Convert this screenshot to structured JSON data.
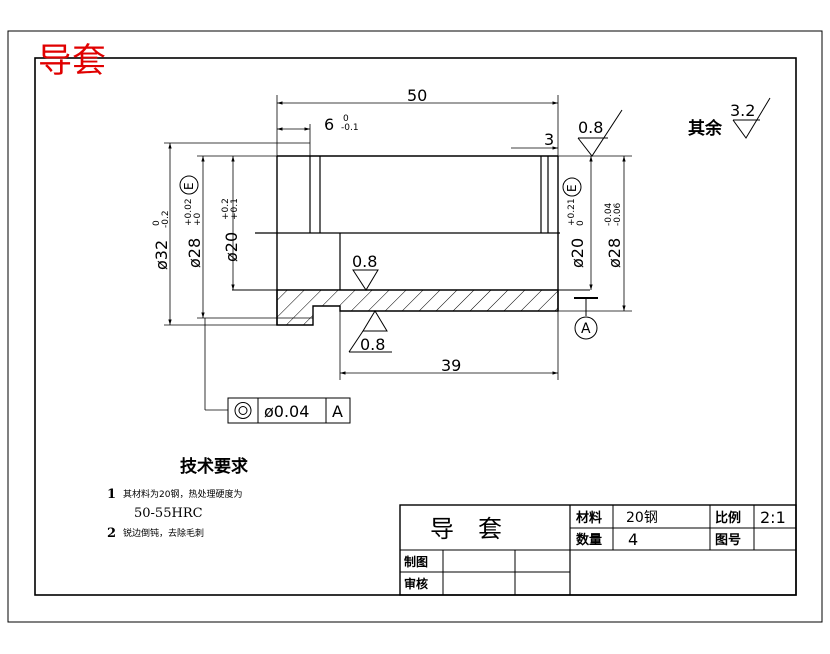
{
  "corner_title": "导套",
  "dimensions": {
    "length_total": "50",
    "length_inner": "39",
    "counterbore_depth": "6",
    "counterbore_depth_tol_upper": "0",
    "counterbore_depth_tol_lower": "-0.1",
    "chamfer": "3",
    "outer_dia": "ø32",
    "outer_dia_tol_upper": "0",
    "outer_dia_tol_lower": "-0.2",
    "left_fit_dia": "ø28",
    "left_fit_tol_upper": "+0.02",
    "left_fit_tol_lower": "+0",
    "left_bore_dia": "ø20",
    "left_bore_tol_upper": "+0.2",
    "left_bore_tol_lower": "+0.1",
    "right_bore_dia": "ø20",
    "right_bore_tol_upper": "+0.21",
    "right_bore_tol_lower": "0",
    "right_fit_dia": "ø28",
    "right_fit_tol_upper": "-0.04",
    "right_fit_tol_lower": "-0.06",
    "envelope_mark": "E"
  },
  "roughness": {
    "top_right": "0.8",
    "middle": "0.8",
    "bottom": "0.8",
    "other_label": "其余",
    "other_value": "3.2"
  },
  "datum": {
    "label": "A"
  },
  "tolerance_frame": {
    "value": "ø0.04",
    "datum": "A"
  },
  "tech_requirements": {
    "title": "技术要求",
    "items": [
      {
        "num": "1",
        "text": "其材料为20钢，热处理硬度为",
        "text2": "50-55HRC"
      },
      {
        "num": "2",
        "text": "锐边倒钝，去除毛刺",
        "text2": ""
      }
    ]
  },
  "title_block": {
    "part_name": "导　套",
    "material_label": "材料",
    "material_value": "20钢",
    "scale_label": "比例",
    "scale_value": "2:1",
    "quantity_label": "数量",
    "quantity_value": "4",
    "drawing_no_label": "图号",
    "drawing_no_value": "",
    "drawn_label": "制图",
    "checked_label": "审核"
  }
}
